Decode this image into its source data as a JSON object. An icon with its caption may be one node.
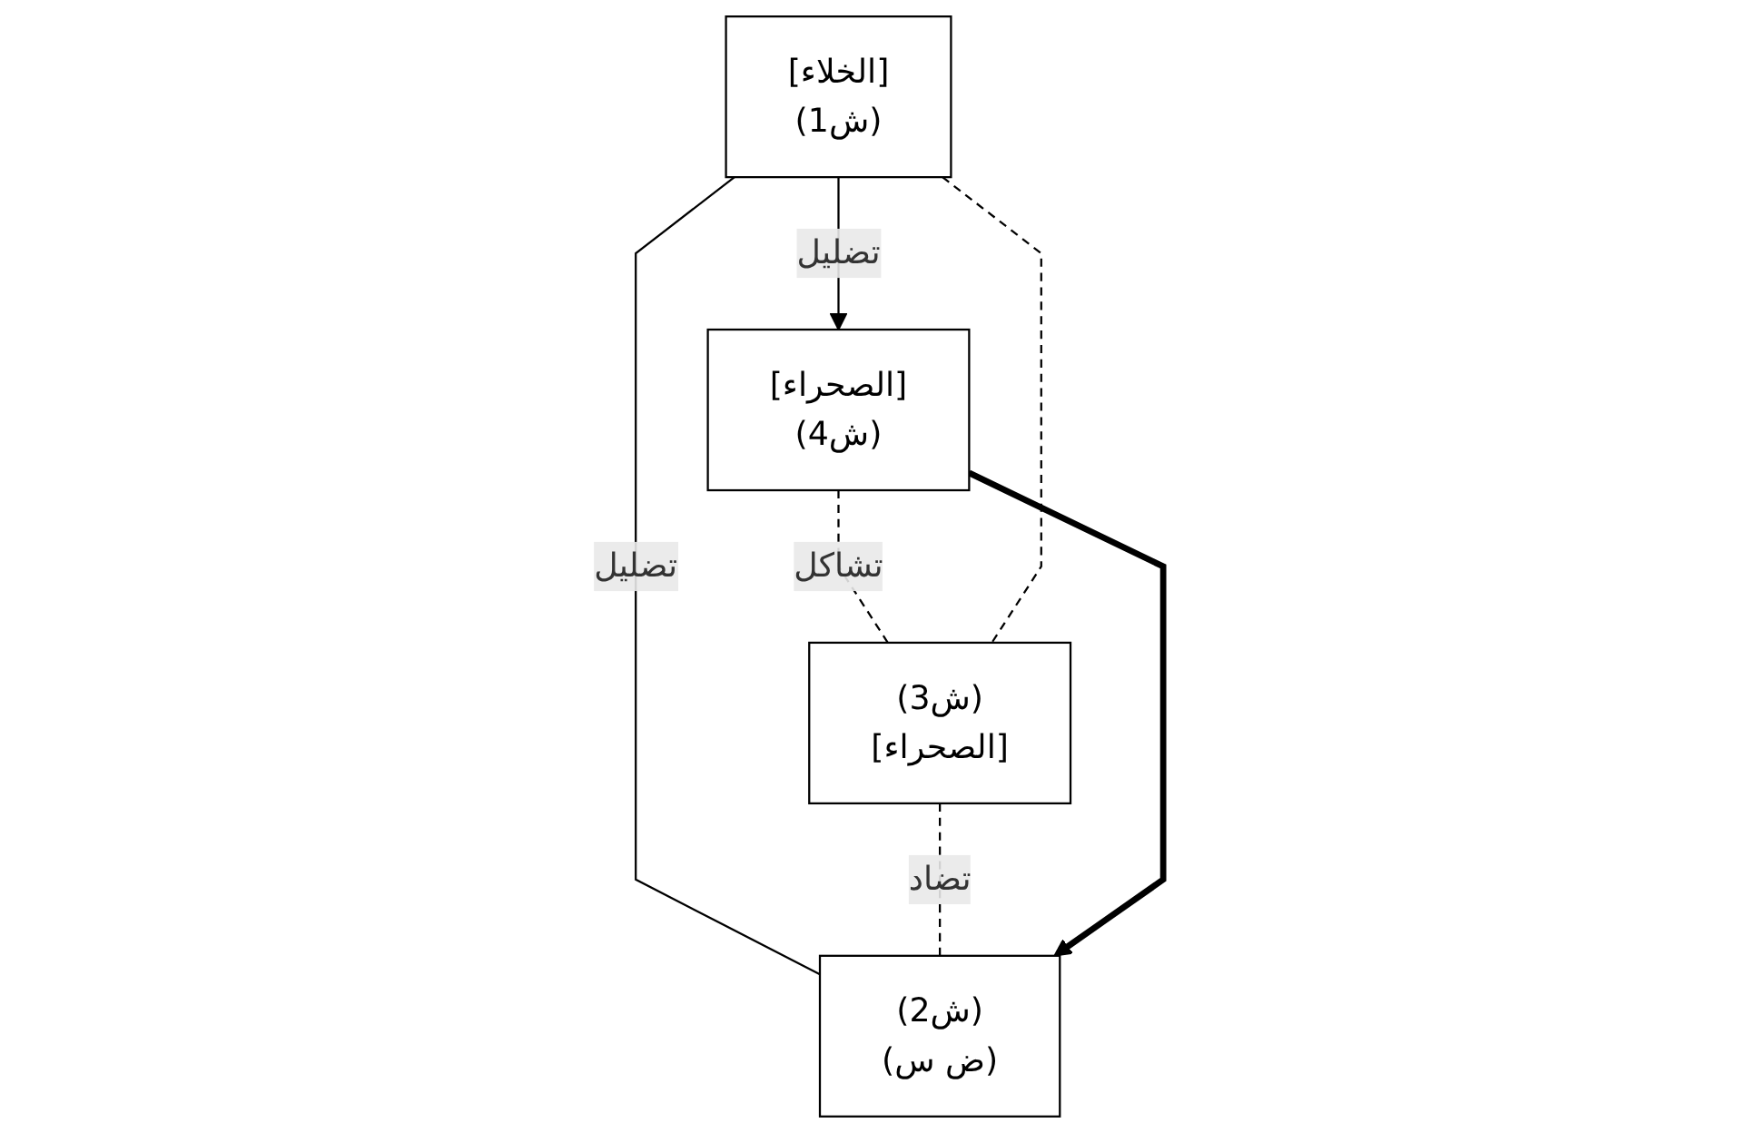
{
  "diagram": {
    "nodes": [
      {
        "text": [
          "[الخلاء]",
          "(ش1)"
        ]
      },
      {
        "text": [
          "(ش2)",
          "(ض س)"
        ]
      },
      {
        "text": [
          "(ش3)",
          "[الصحراء]"
        ]
      },
      {
        "text": [
          "[الصحراء]",
          "(ش4)"
        ]
      }
    ],
    "edges": [
      {
        "from": 0,
        "to": 3,
        "arrow": "to",
        "label": "تضليل"
      },
      {
        "from": 0,
        "to": 1,
        "arrow": "none",
        "label": "تضليل"
      },
      {
        "from": 3,
        "to": 2,
        "arrow": "none",
        "label": "تشاكل",
        "style": "dashed"
      },
      {
        "from": 2,
        "to": 1,
        "arrow": "none",
        "label": "تضاد",
        "style": "dashed"
      },
      {
        "from": 0,
        "to": 2,
        "arrow": "none",
        "style": "dashed"
      },
      {
        "from": 3,
        "to": 1,
        "arrow": "to",
        "style": "thick"
      }
    ]
  }
}
